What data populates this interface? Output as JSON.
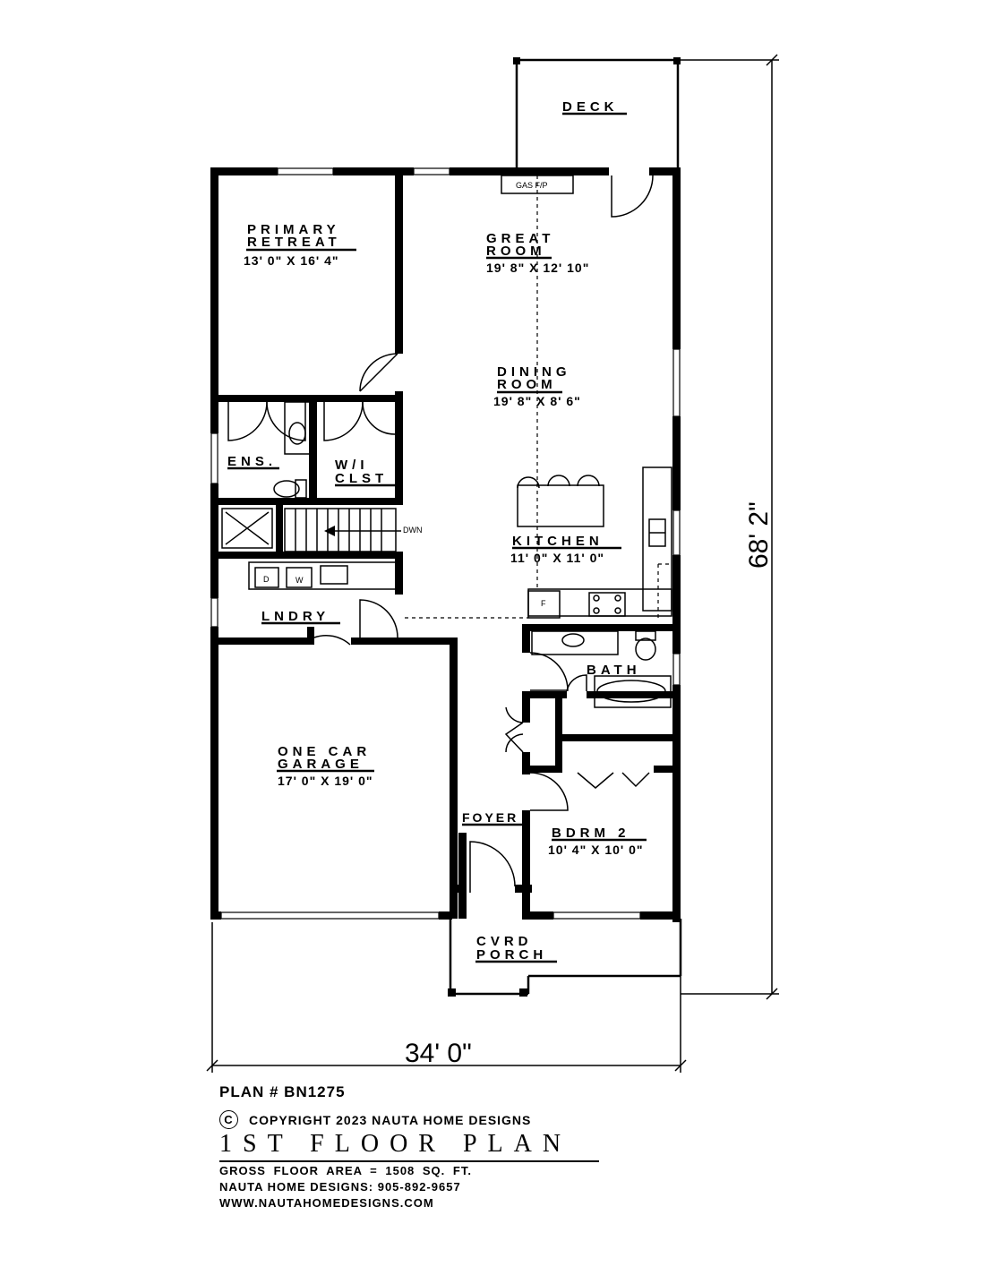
{
  "rooms": {
    "deck": "DECK",
    "gas_fp": "GAS F/P",
    "primary_l1": "PRIMARY",
    "primary_l2": "RETREAT",
    "primary_dim": "13' 0\" X 16' 4\"",
    "great_l1": "GREAT",
    "great_l2": "ROOM",
    "great_dim": "19' 8\" X 12' 10\"",
    "dining_l1": "DINING",
    "dining_l2": "ROOM",
    "dining_dim": "19' 8\" X 8' 6\"",
    "ens": "ENS.",
    "wic_l1": "W/I",
    "wic_l2": "CLST",
    "dwn": "DWN",
    "kitchen": "KITCHEN",
    "kitchen_dim": "11' 0\" X 11' 0\"",
    "dryer": "D",
    "washer": "W",
    "fridge": "F",
    "lndry": "LNDRY",
    "bath": "BATH",
    "garage_l1": "ONE CAR",
    "garage_l2": "GARAGE",
    "garage_dim": "17' 0\" X 19' 0\"",
    "foyer": "FOYER",
    "bdrm2": "BDRM 2",
    "bdrm2_dim": "10' 4\" X 10' 0\"",
    "porch_l1": "CVRD",
    "porch_l2": "PORCH"
  },
  "dimensions": {
    "depth": "68' 2\"",
    "width": "34' 0\""
  },
  "footer": {
    "plan": "PLAN # BN1275",
    "copyright_symbol": "C",
    "copyright": "COPYRIGHT 2023 NAUTA HOME DESIGNS",
    "title": "1ST FLOOR PLAN",
    "area": "GROSS  FLOOR AREA  =  1508  SQ. FT.",
    "phone": "NAUTA HOME DESIGNS:  905-892-9657",
    "website": "WWW.NAUTAHOMEDESIGNS.COM"
  }
}
